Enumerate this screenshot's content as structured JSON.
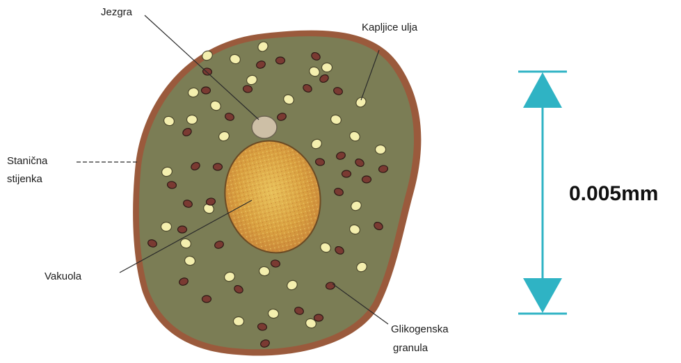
{
  "diagram": {
    "labels": {
      "nucleus": "Jezgra",
      "oil_droplets": "Kapljice ulja",
      "cell_wall_line1": "Stanična",
      "cell_wall_line2": "stijenka",
      "vacuole": "Vakuola",
      "glycogen_line1": "Glikogenska",
      "glycogen_line2": "granula"
    },
    "scale": {
      "label": "0.005mm"
    }
  },
  "colors": {
    "cell_wall": "#9a5a3c",
    "cytoplasm": "#7b7d55",
    "vacuole": "#d79a3a",
    "vacuole_edge": "#6a4a24",
    "nucleus": "#cdbfa6",
    "oil_droplet": "#f4efae",
    "glycogen": "#7a3a32",
    "scale_arrow": "#2fb3c4"
  }
}
